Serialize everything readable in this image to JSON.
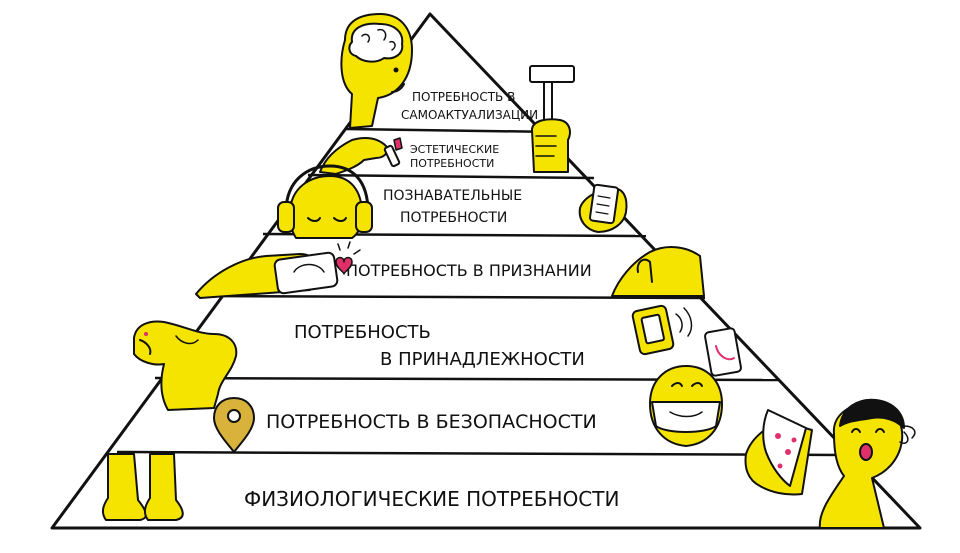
{
  "colors": {
    "ink": "#111111",
    "paper": "#ffffff",
    "accent": "#f5e400",
    "lipstick": "#e0306a",
    "pin": "#d8b23a"
  },
  "pyramid": {
    "levels": [
      {
        "id": "self-actualization",
        "lines": [
          "ПОТРЕБНОСТЬ В",
          "САМОАКТУАЛИЗАЦИИ"
        ]
      },
      {
        "id": "aesthetic",
        "lines": [
          "ЭСТЕТИЧЕСКИЕ",
          "ПОТРЕБНОСТИ"
        ]
      },
      {
        "id": "cognitive",
        "lines": [
          "ПОЗНАВАТЕЛЬНЫЕ",
          "ПОТРЕБНОСТИ"
        ]
      },
      {
        "id": "esteem",
        "lines": [
          "ПОТРЕБНОСТЬ В ПРИЗНАНИИ"
        ]
      },
      {
        "id": "belonging",
        "lines": [
          "ПОТРЕБНОСТЬ",
          "В ПРИНАДЛЕЖНОСТИ"
        ]
      },
      {
        "id": "safety",
        "lines": [
          "ПОТРЕБНОСТЬ В БЕЗОПАСНОСТИ"
        ]
      },
      {
        "id": "physiological",
        "lines": [
          "ФИЗИОЛОГИЧЕСКИЕ ПОТРЕБНОСТИ"
        ]
      }
    ]
  },
  "illustrations": [
    "brain-head-icon",
    "hammer-hand-icon",
    "lipstick-hand-icon",
    "headphones-face-icon",
    "ebook-hand-icon",
    "smartphone-hand-icon",
    "heart-icon",
    "hand-icon",
    "dog-icon",
    "phone-icon",
    "location-pin-icon",
    "masked-face-icon",
    "legs-icon",
    "pizza-icon",
    "hungry-person-icon"
  ]
}
